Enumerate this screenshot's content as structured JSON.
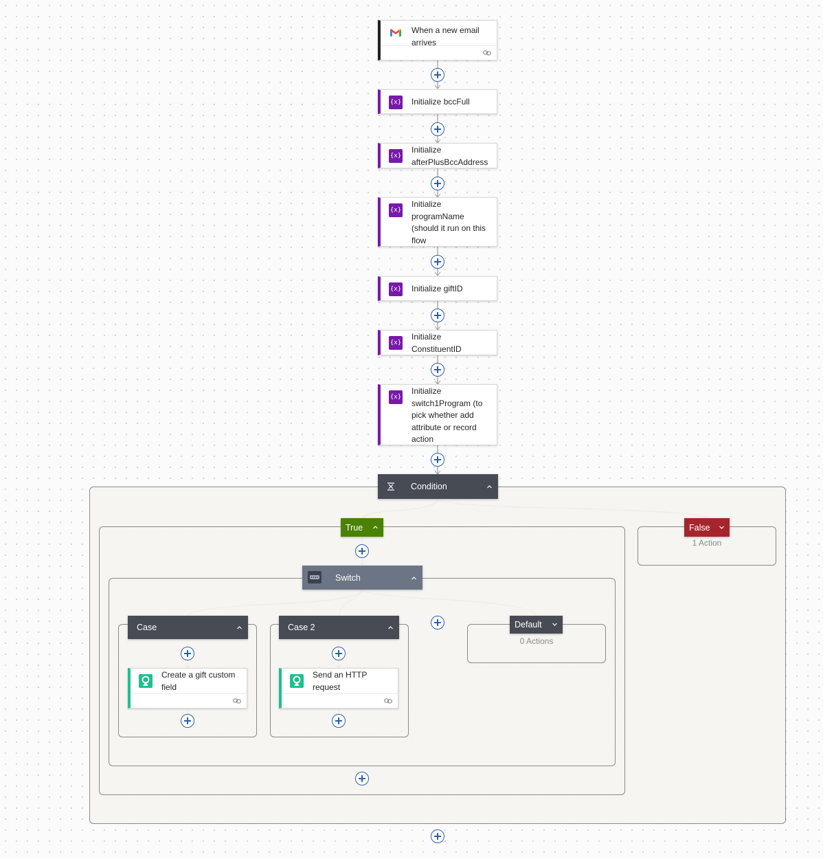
{
  "trigger": {
    "label": "When a new email arrives",
    "icon": "gmail-icon"
  },
  "actions": [
    {
      "label": "Initialize bccFull",
      "icon": "variable-icon"
    },
    {
      "label": "Initialize afterPlusBccAddress",
      "icon": "variable-icon"
    },
    {
      "label": "Initialize programName (should it run on this flow",
      "icon": "variable-icon"
    },
    {
      "label": "Initialize giftID",
      "icon": "variable-icon"
    },
    {
      "label": "Initialize ConstituentID",
      "icon": "variable-icon"
    },
    {
      "label": "Initialize switch1Program (to pick whether add attribute or record action",
      "icon": "variable-icon"
    }
  ],
  "variable_icon_text": "{x}",
  "condition": {
    "label": "Condition",
    "icon": "condition-icon",
    "color": "#464b54"
  },
  "true_branch": {
    "label": "True",
    "color": "#498205"
  },
  "false_branch": {
    "label": "False",
    "color": "#a4262c",
    "summary": "1 Action"
  },
  "switch": {
    "label": "Switch",
    "icon": "switch-icon",
    "color": "#6b7585"
  },
  "cases": [
    {
      "label": "Case",
      "action": {
        "label": "Create a gift custom field",
        "icon": "blackbaud-icon"
      }
    },
    {
      "label": "Case 2",
      "action": {
        "label": "Send an HTTP request",
        "icon": "blackbaud-icon"
      }
    }
  ],
  "default_case": {
    "label": "Default",
    "summary": "0 Actions"
  },
  "colors": {
    "variable": "#7719aa",
    "connector": "#1fbf8f",
    "plus": "#2b5fa8"
  }
}
